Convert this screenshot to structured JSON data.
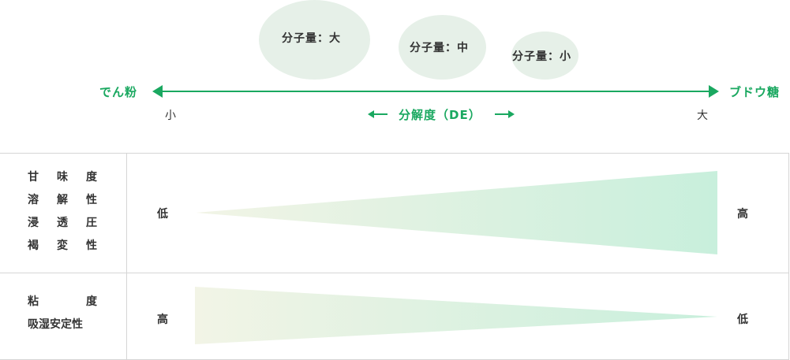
{
  "circles": [
    {
      "label": "分子量：大"
    },
    {
      "label": "分子量：中"
    },
    {
      "label": "分子量：小"
    }
  ],
  "axis": {
    "left_label": "でん粉",
    "right_label": "ブドウ糖",
    "left_value": "小",
    "right_value": "大",
    "center_label": "分解度（DE）"
  },
  "rows": [
    {
      "properties": [
        [
          "甘",
          "味",
          "度"
        ],
        [
          "溶",
          "解",
          "性"
        ],
        [
          "浸",
          "透",
          "圧"
        ],
        [
          "褐",
          "変",
          "性"
        ]
      ],
      "left": "低",
      "right": "高"
    },
    {
      "properties": [
        [
          "粘",
          "度"
        ],
        [
          "吸湿安定性"
        ]
      ],
      "left": "高",
      "right": "低"
    }
  ],
  "colors": {
    "accent": "#1aa860",
    "circle_fill": "#e6f0e8",
    "gradient_light": "#f2f4e6",
    "gradient_dark": "#c8efdc",
    "border": "#d5d5d5"
  }
}
